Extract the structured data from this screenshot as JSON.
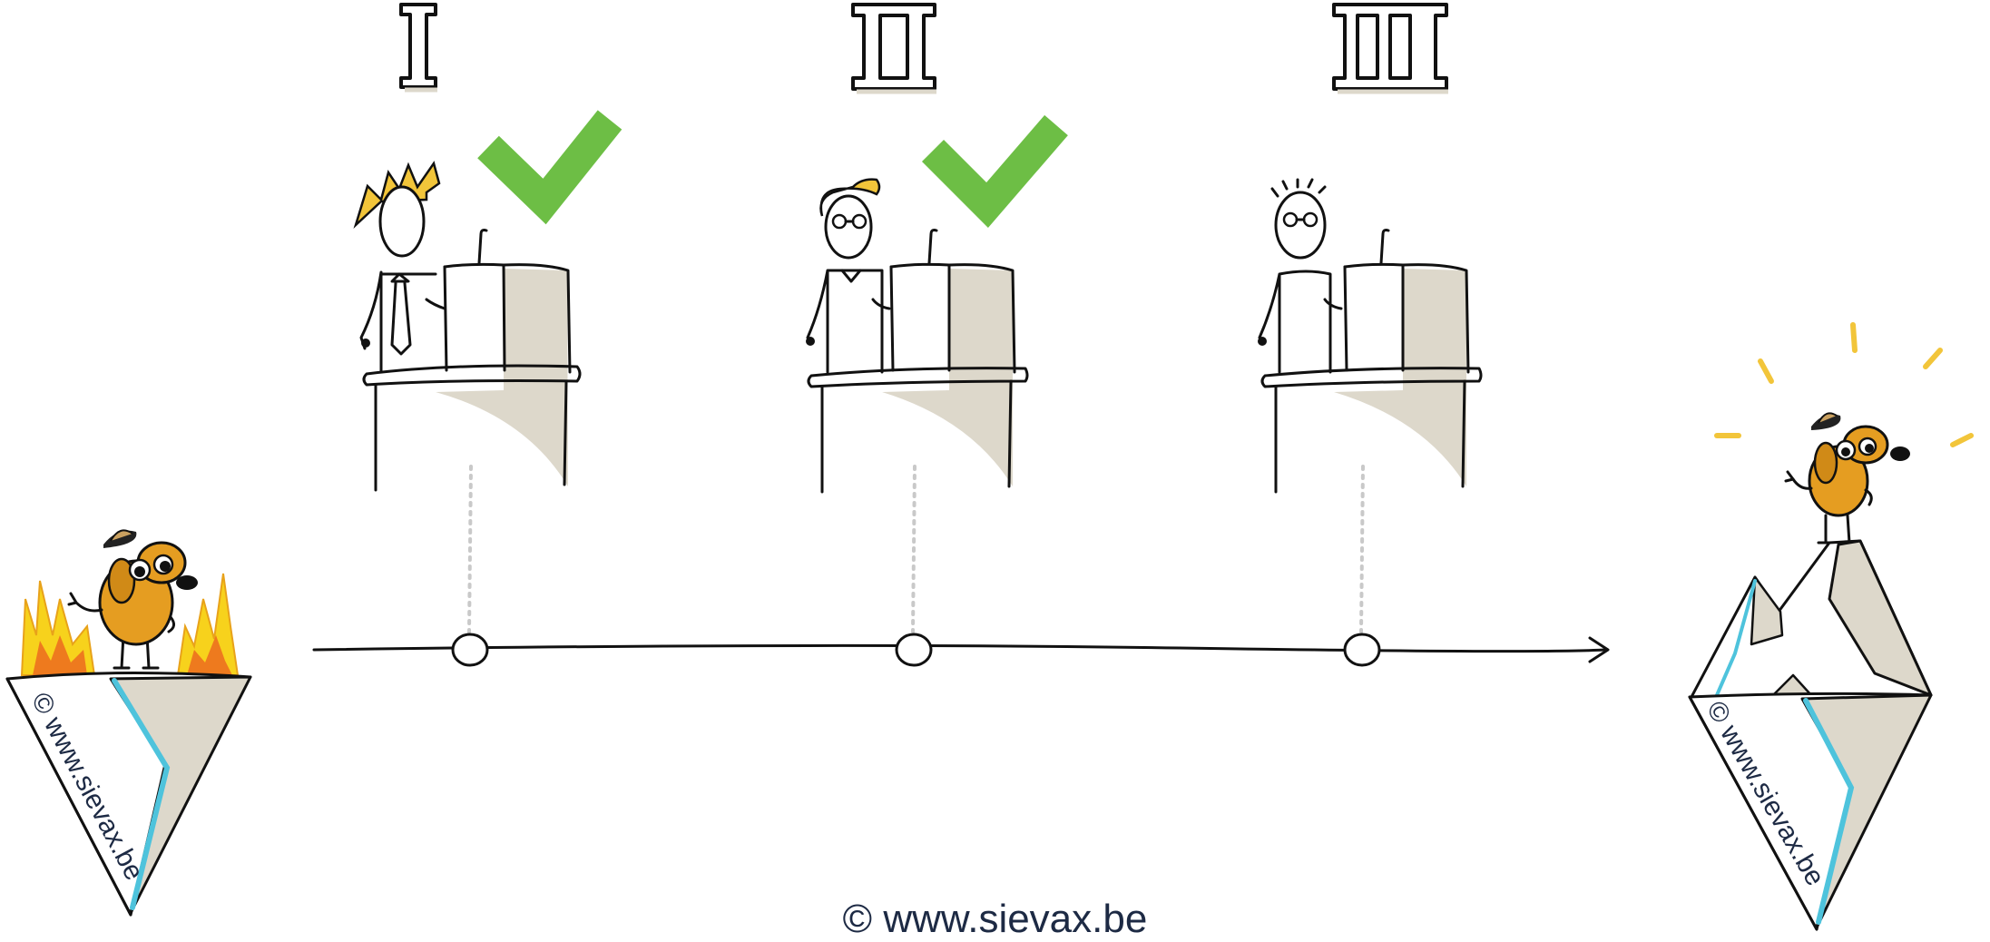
{
  "stages": [
    {
      "numeral": "I",
      "checked": true,
      "hair": "spiky-blond",
      "glasses": false,
      "tie": true
    },
    {
      "numeral": "II",
      "checked": true,
      "hair": "blond-bun",
      "glasses": true,
      "tie": false
    },
    {
      "numeral": "III",
      "checked": false,
      "hair": "bald",
      "glasses": true,
      "tie": false
    }
  ],
  "start_island": {
    "state": "on-fire",
    "credit": "© www.sievax.be"
  },
  "end_island": {
    "state": "mountain-peak",
    "credit": "© www.sievax.be"
  },
  "footer_credit": "© www.sievax.be",
  "colors": {
    "check": "#6dbe45",
    "dog": "#e59d21",
    "hair": "#f2c53a",
    "fire_outer": "#f7d21c",
    "fire_inner": "#ee7a1e",
    "ice_edge": "#4ec3dc",
    "shade": "#ddd8cb",
    "ink": "#111111"
  },
  "icons": [
    "check-icon",
    "dog-icon",
    "flame-icon",
    "lectern-icon",
    "arrow-icon"
  ]
}
